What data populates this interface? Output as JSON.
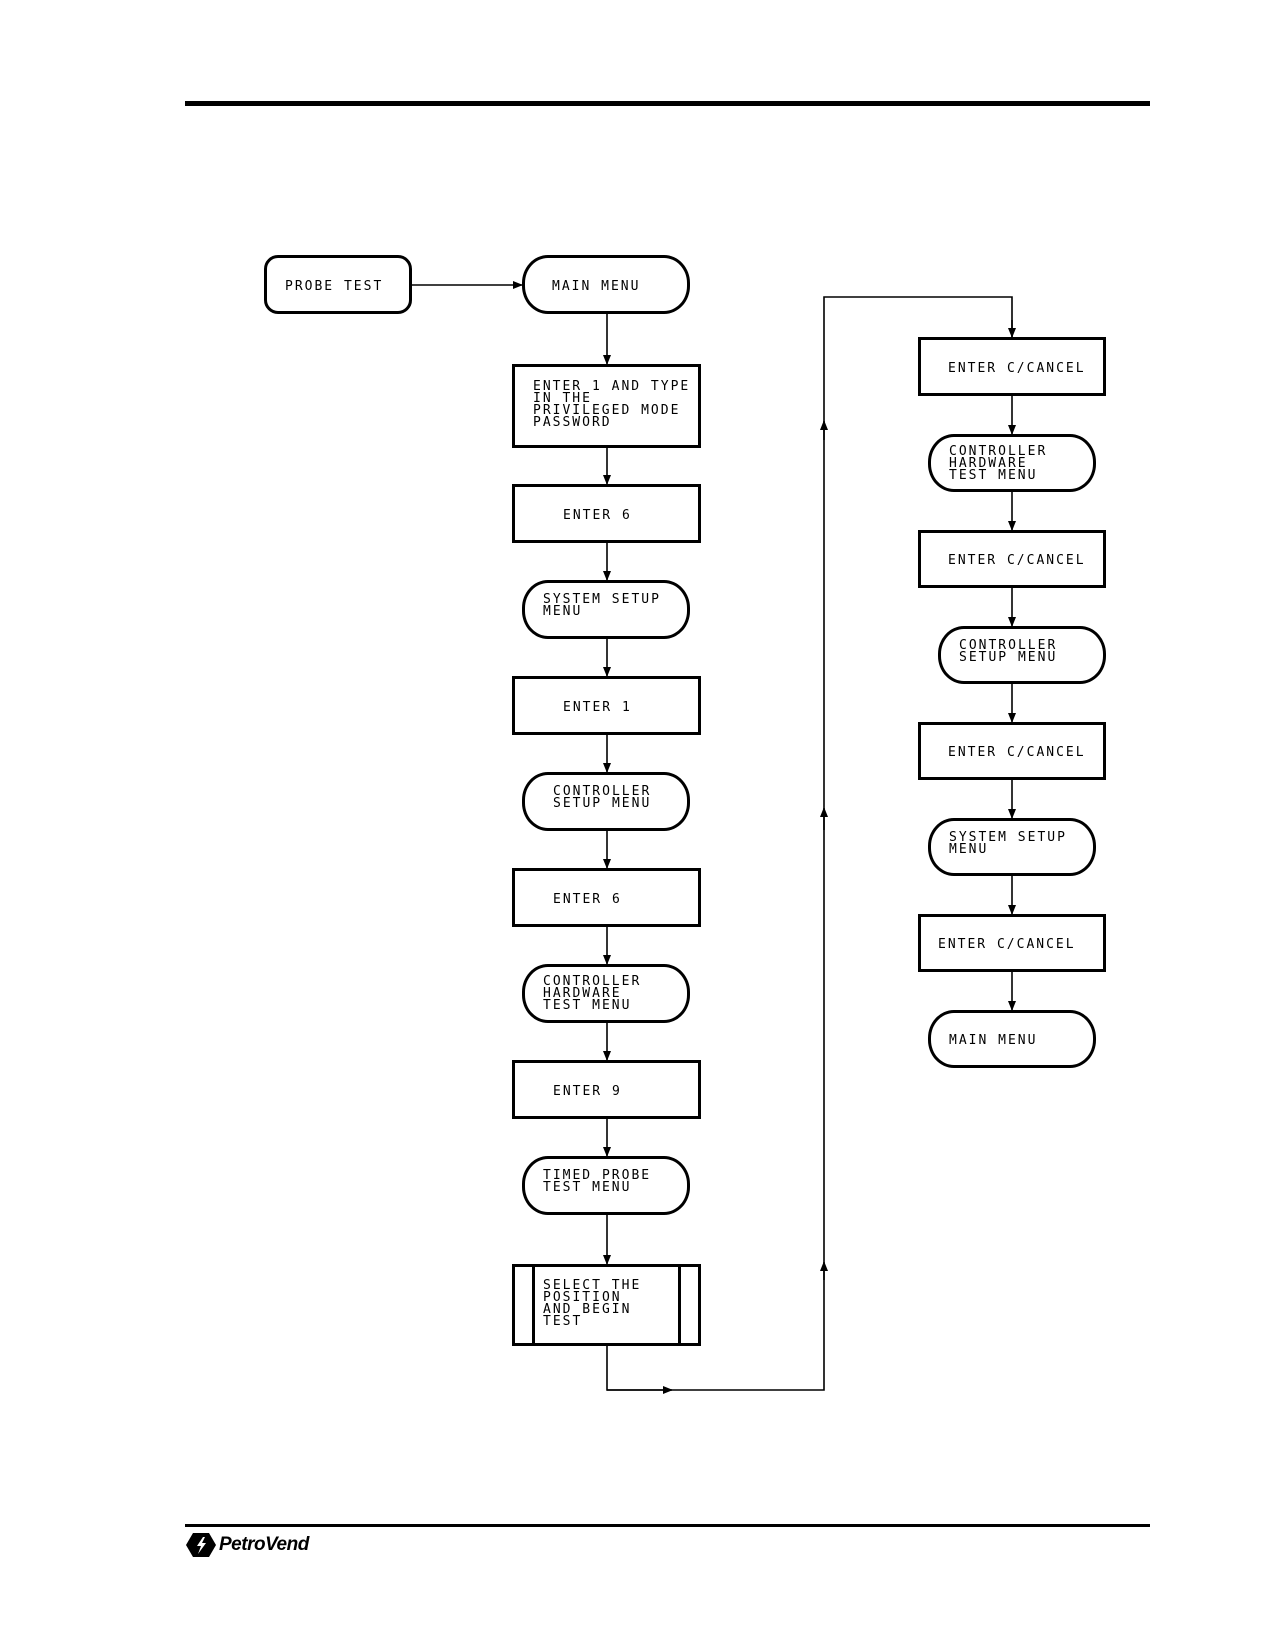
{
  "brand": {
    "logo_text": "PetroVend"
  },
  "flowchart": {
    "left_column": [
      {
        "id": "probe-test",
        "text": "PROBE TEST"
      },
      {
        "id": "main-menu",
        "text": "MAIN MENU"
      },
      {
        "id": "enter-1-password",
        "text": "ENTER 1 AND TYPE\nIN THE\nPRIVILEGED MODE\nPASSWORD"
      },
      {
        "id": "enter-6-a",
        "text": "ENTER 6"
      },
      {
        "id": "system-setup-menu",
        "text": "SYSTEM SETUP\nMENU"
      },
      {
        "id": "enter-1",
        "text": "ENTER 1"
      },
      {
        "id": "controller-setup-menu",
        "text": "CONTROLLER\nSETUP MENU"
      },
      {
        "id": "enter-6-b",
        "text": "ENTER 6"
      },
      {
        "id": "controller-hardware-test-menu",
        "text": "CONTROLLER\nHARDWARE\nTEST MENU"
      },
      {
        "id": "enter-9",
        "text": "ENTER 9"
      },
      {
        "id": "timed-probe-test-menu",
        "text": "TIMED PROBE\nTEST MENU"
      },
      {
        "id": "select-position",
        "text": "SELECT THE\nPOSITION\nAND BEGIN\nTEST"
      }
    ],
    "right_column": [
      {
        "id": "enter-c-cancel-1",
        "text": "ENTER C/CANCEL"
      },
      {
        "id": "controller-hardware-test-menu-2",
        "text": "CONTROLLER\nHARDWARE\nTEST MENU"
      },
      {
        "id": "enter-c-cancel-2",
        "text": "ENTER C/CANCEL"
      },
      {
        "id": "controller-setup-menu-2",
        "text": "CONTROLLER\nSETUP MENU"
      },
      {
        "id": "enter-c-cancel-3",
        "text": "ENTER C/CANCEL"
      },
      {
        "id": "system-setup-menu-2",
        "text": "SYSTEM SETUP\nMENU"
      },
      {
        "id": "enter-c-cancel-4",
        "text": "ENTER C/CANCEL"
      },
      {
        "id": "main-menu-2",
        "text": "MAIN MENU"
      }
    ]
  }
}
